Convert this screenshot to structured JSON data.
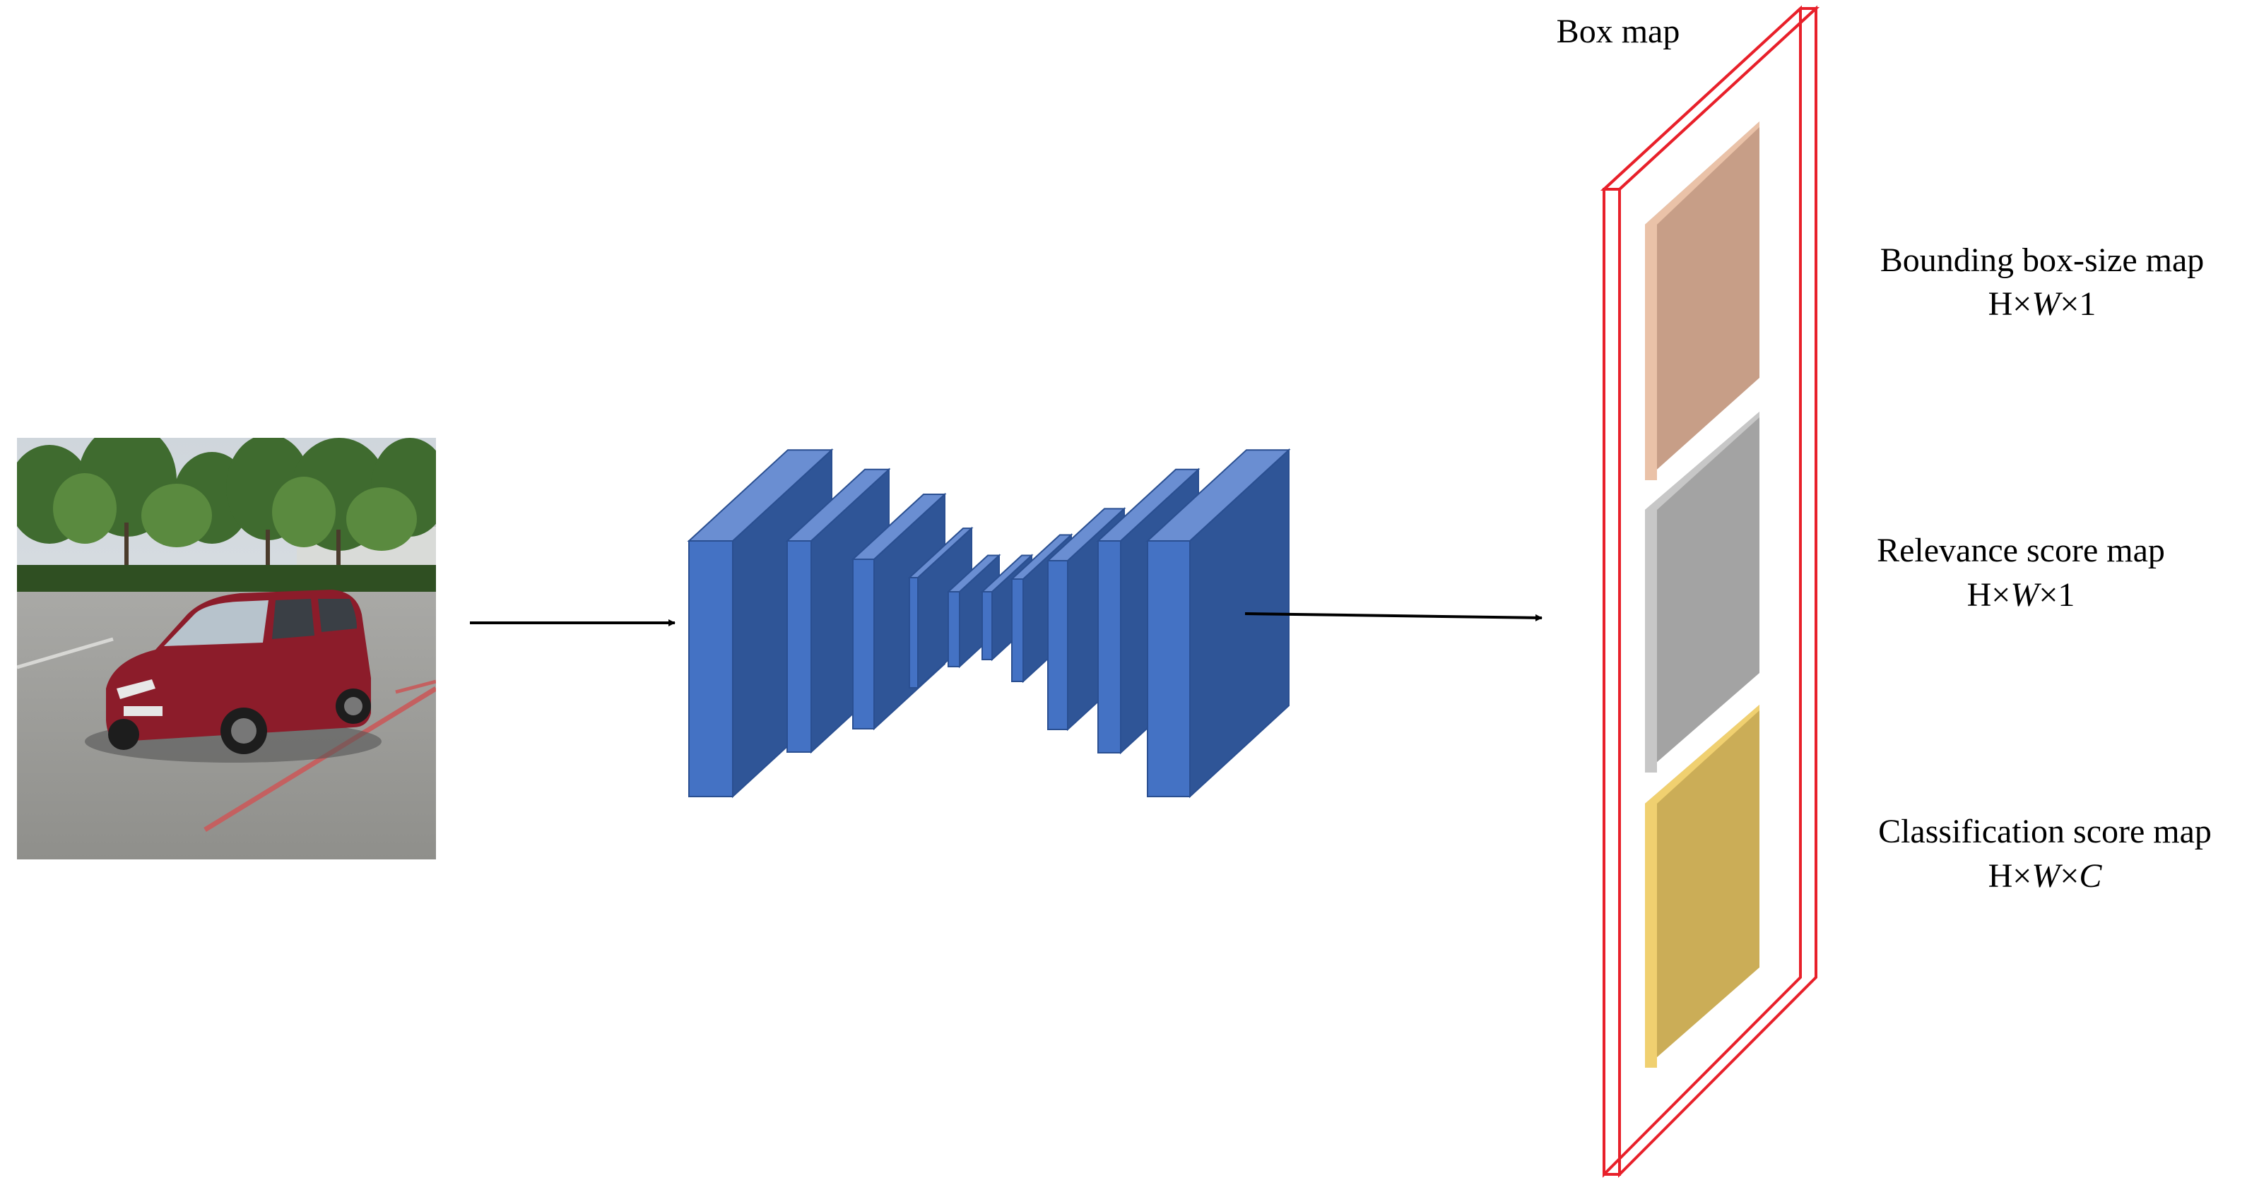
{
  "title": "Box map",
  "input_image": {
    "subject": "red hatchback car in a parking lot"
  },
  "network": {
    "layers": 10
  },
  "output_maps": [
    {
      "name": "Bounding box-size map",
      "dims": [
        "H",
        "×",
        "W",
        "×",
        "1"
      ],
      "color": "#C79E87"
    },
    {
      "name": "Relevance score map",
      "dims": [
        "H",
        "×",
        "W",
        "×",
        "1"
      ],
      "color": "#A3A3A3"
    },
    {
      "name": "Classification score map",
      "dims": [
        "H",
        "×",
        "W",
        "×",
        "C"
      ],
      "color": "#CBAD57"
    }
  ],
  "colors": {
    "block_front": "#4472C4",
    "block_side": "#2F5597",
    "block_top": "#6A8ED2",
    "box_outline": "#E8202A",
    "arrow": "#000000"
  }
}
